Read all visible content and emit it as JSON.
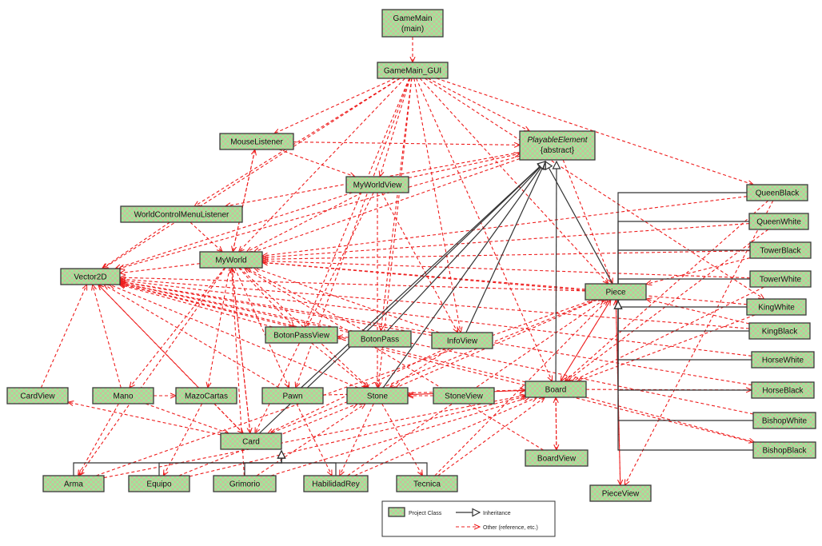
{
  "colors": {
    "class_fill": "#9ee89a",
    "hatch": "#f09a9a",
    "dependency": "#ee1c1c",
    "inheritance": "#333333"
  },
  "classes": [
    {
      "id": "GameMain",
      "label": "GameMain",
      "sub": "(main)",
      "italic": false
    },
    {
      "id": "GameMain_GUI",
      "label": "GameMain_GUI",
      "sub": "",
      "italic": false
    },
    {
      "id": "MouseListener",
      "label": "MouseListener",
      "sub": "",
      "italic": false
    },
    {
      "id": "PlayableElement",
      "label": "PlayableElement",
      "sub": "{abstract}",
      "italic": true
    },
    {
      "id": "MyWorldView",
      "label": "MyWorldView",
      "sub": "",
      "italic": false
    },
    {
      "id": "WorldControlMenuListener",
      "label": "WorldControlMenuListener",
      "sub": "",
      "italic": false
    },
    {
      "id": "MyWorld",
      "label": "MyWorld",
      "sub": "",
      "italic": false
    },
    {
      "id": "Vector2D",
      "label": "Vector2D",
      "sub": "",
      "italic": false
    },
    {
      "id": "Piece",
      "label": "Piece",
      "sub": "",
      "italic": false
    },
    {
      "id": "QueenBlack",
      "label": "QueenBlack",
      "sub": "",
      "italic": false
    },
    {
      "id": "QueenWhite",
      "label": "QueenWhite",
      "sub": "",
      "italic": false
    },
    {
      "id": "TowerBlack",
      "label": "TowerBlack",
      "sub": "",
      "italic": false
    },
    {
      "id": "TowerWhite",
      "label": "TowerWhite",
      "sub": "",
      "italic": false
    },
    {
      "id": "KingWhite",
      "label": "KingWhite",
      "sub": "",
      "italic": false
    },
    {
      "id": "KingBlack",
      "label": "KingBlack",
      "sub": "",
      "italic": false
    },
    {
      "id": "HorseWhite",
      "label": "HorseWhite",
      "sub": "",
      "italic": false
    },
    {
      "id": "HorseBlack",
      "label": "HorseBlack",
      "sub": "",
      "italic": false
    },
    {
      "id": "BishopWhite",
      "label": "BishopWhite",
      "sub": "",
      "italic": false
    },
    {
      "id": "BishopBlack",
      "label": "BishopBlack",
      "sub": "",
      "italic": false
    },
    {
      "id": "BotonPassView",
      "label": "BotonPassView",
      "sub": "",
      "italic": false
    },
    {
      "id": "BotonPass",
      "label": "BotonPass",
      "sub": "",
      "italic": false
    },
    {
      "id": "InfoView",
      "label": "InfoView",
      "sub": "",
      "italic": false
    },
    {
      "id": "CardView",
      "label": "CardView",
      "sub": "",
      "italic": false
    },
    {
      "id": "Mano",
      "label": "Mano",
      "sub": "",
      "italic": false
    },
    {
      "id": "MazoCartas",
      "label": "MazoCartas",
      "sub": "",
      "italic": false
    },
    {
      "id": "Pawn",
      "label": "Pawn",
      "sub": "",
      "italic": false
    },
    {
      "id": "Stone",
      "label": "Stone",
      "sub": "",
      "italic": false
    },
    {
      "id": "StoneView",
      "label": "StoneView",
      "sub": "",
      "italic": false
    },
    {
      "id": "Board",
      "label": "Board",
      "sub": "",
      "italic": false
    },
    {
      "id": "Card",
      "label": "Card",
      "sub": "",
      "italic": false
    },
    {
      "id": "BoardView",
      "label": "BoardView",
      "sub": "",
      "italic": false
    },
    {
      "id": "PieceView",
      "label": "PieceView",
      "sub": "",
      "italic": false
    },
    {
      "id": "Arma",
      "label": "Arma",
      "sub": "",
      "italic": false
    },
    {
      "id": "Equipo",
      "label": "Equipo",
      "sub": "",
      "italic": false
    },
    {
      "id": "Grimorio",
      "label": "Grimorio",
      "sub": "",
      "italic": false
    },
    {
      "id": "HabilidadRey",
      "label": "HabilidadRey",
      "sub": "",
      "italic": false
    },
    {
      "id": "Tecnica",
      "label": "Tecnica",
      "sub": "",
      "italic": false
    }
  ],
  "inheritance": [
    [
      "Piece",
      "PlayableElement"
    ],
    [
      "Stone",
      "PlayableElement"
    ],
    [
      "Pawn",
      "PlayableElement"
    ],
    [
      "Board",
      "PlayableElement"
    ],
    [
      "InfoView",
      "PlayableElement"
    ],
    [
      "BotonPass",
      "PlayableElement"
    ],
    [
      "Card",
      "PlayableElement"
    ],
    [
      "QueenBlack",
      "Piece"
    ],
    [
      "QueenWhite",
      "Piece"
    ],
    [
      "TowerBlack",
      "Piece"
    ],
    [
      "TowerWhite",
      "Piece"
    ],
    [
      "KingWhite",
      "Piece"
    ],
    [
      "KingBlack",
      "Piece"
    ],
    [
      "HorseWhite",
      "Piece"
    ],
    [
      "HorseBlack",
      "Piece"
    ],
    [
      "BishopWhite",
      "Piece"
    ],
    [
      "BishopBlack",
      "Piece"
    ],
    [
      "Arma",
      "Card"
    ],
    [
      "Equipo",
      "Card"
    ],
    [
      "Grimorio",
      "Card"
    ],
    [
      "HabilidadRey",
      "Card"
    ],
    [
      "Tecnica",
      "Card"
    ]
  ],
  "dependencies": [
    [
      "GameMain",
      "GameMain_GUI"
    ],
    [
      "GameMain_GUI",
      "MouseListener"
    ],
    [
      "GameMain_GUI",
      "PlayableElement"
    ],
    [
      "GameMain_GUI",
      "MyWorldView"
    ],
    [
      "GameMain_GUI",
      "WorldControlMenuListener"
    ],
    [
      "GameMain_GUI",
      "MyWorld"
    ],
    [
      "GameMain_GUI",
      "Vector2D"
    ],
    [
      "GameMain_GUI",
      "QueenBlack"
    ],
    [
      "GameMain_GUI",
      "Piece"
    ],
    [
      "GameMain_GUI",
      "BotonPassView"
    ],
    [
      "GameMain_GUI",
      "BotonPass"
    ],
    [
      "GameMain_GUI",
      "InfoView"
    ],
    [
      "GameMain_GUI",
      "Stone"
    ],
    [
      "GameMain_GUI",
      "Board"
    ],
    [
      "GameMain_GUI",
      "Pawn"
    ],
    [
      "GameMain_GUI",
      "KingWhite"
    ],
    [
      "MouseListener",
      "PlayableElement"
    ],
    [
      "MouseListener",
      "MyWorldView"
    ],
    [
      "MouseListener",
      "MyWorld"
    ],
    [
      "MyWorldView",
      "MyWorld"
    ],
    [
      "MyWorldView",
      "PlayableElement"
    ],
    [
      "MyWorldView",
      "Vector2D"
    ],
    [
      "MyWorldView",
      "Stone"
    ],
    [
      "MyWorldView",
      "InfoView"
    ],
    [
      "MyWorldView",
      "Card"
    ],
    [
      "WorldControlMenuListener",
      "MyWorld"
    ],
    [
      "WorldControlMenuListener",
      "Vector2D"
    ],
    [
      "PlayableElement",
      "MyWorld"
    ],
    [
      "PlayableElement",
      "Vector2D"
    ],
    [
      "PlayableElement",
      "Piece"
    ],
    [
      "PlayableElement",
      "WorldControlMenuListener"
    ],
    [
      "MyWorld",
      "MouseListener"
    ],
    [
      "MyWorld",
      "Vector2D"
    ],
    [
      "MyWorld",
      "Mano"
    ],
    [
      "MyWorld",
      "MazoCartas"
    ],
    [
      "MyWorld",
      "Pawn"
    ],
    [
      "MyWorld",
      "Stone"
    ],
    [
      "MyWorld",
      "Card"
    ],
    [
      "MyWorld",
      "BotonPassView"
    ],
    [
      "MyWorld",
      "Arma"
    ],
    [
      "QueenBlack",
      "MyWorld"
    ],
    [
      "QueenWhite",
      "MyWorld"
    ],
    [
      "TowerBlack",
      "MyWorld"
    ],
    [
      "TowerWhite",
      "MyWorld"
    ],
    [
      "KingWhite",
      "MyWorld"
    ],
    [
      "KingBlack",
      "Vector2D"
    ],
    [
      "HorseWhite",
      "Vector2D"
    ],
    [
      "HorseBlack",
      "Vector2D"
    ],
    [
      "BishopWhite",
      "Vector2D"
    ],
    [
      "BishopBlack",
      "Vector2D"
    ],
    [
      "QueenBlack",
      "Board"
    ],
    [
      "QueenWhite",
      "Board"
    ],
    [
      "TowerWhite",
      "Board"
    ],
    [
      "KingWhite",
      "Board"
    ],
    [
      "QueenBlack",
      "PieceView"
    ],
    [
      "KingBlack",
      "Piece"
    ],
    [
      "TowerBlack",
      "Piece"
    ],
    [
      "Piece",
      "MyWorld"
    ],
    [
      "Piece",
      "Vector2D"
    ],
    [
      "Piece",
      "Board"
    ],
    [
      "Piece",
      "Stone"
    ],
    [
      "Piece",
      "Card"
    ],
    [
      "Piece",
      "PieceView"
    ],
    [
      "BotonPass",
      "BotonPassView"
    ],
    [
      "BotonPass",
      "MyWorld"
    ],
    [
      "BotonPass",
      "Vector2D"
    ],
    [
      "InfoView",
      "MyWorld"
    ],
    [
      "InfoView",
      "Vector2D"
    ],
    [
      "InfoView",
      "Stone"
    ],
    [
      "InfoView",
      "Card"
    ],
    [
      "BotonPassView",
      "Vector2D"
    ],
    [
      "BotonPassView",
      "Stone"
    ],
    [
      "Mano",
      "MazoCartas"
    ],
    [
      "Mano",
      "Card"
    ],
    [
      "Mano",
      "Vector2D"
    ],
    [
      "Mano",
      "Arma"
    ],
    [
      "MazoCartas",
      "Card"
    ],
    [
      "MazoCartas",
      "Vector2D"
    ],
    [
      "MazoCartas",
      "Equipo"
    ],
    [
      "CardView",
      "Vector2D"
    ],
    [
      "Card",
      "CardView"
    ],
    [
      "Card",
      "Vector2D"
    ],
    [
      "Card",
      "MyWorld"
    ],
    [
      "Pawn",
      "HabilidadRey"
    ],
    [
      "Pawn",
      "Vector2D"
    ],
    [
      "Pawn",
      "Board"
    ],
    [
      "Stone",
      "Vector2D"
    ],
    [
      "Stone",
      "Tecnica"
    ],
    [
      "Stone",
      "Board"
    ],
    [
      "Stone",
      "HabilidadRey"
    ],
    [
      "StoneView",
      "Stone"
    ],
    [
      "Board",
      "BoardView"
    ],
    [
      "Board",
      "Stone"
    ],
    [
      "Board",
      "Piece"
    ],
    [
      "Board",
      "Vector2D"
    ],
    [
      "Board",
      "BishopBlack"
    ],
    [
      "Board",
      "HorseBlack"
    ],
    [
      "BoardView",
      "MyWorld"
    ],
    [
      "BoardView",
      "Board"
    ],
    [
      "PieceView",
      "Piece"
    ],
    [
      "Arma",
      "Board"
    ],
    [
      "Equipo",
      "Board"
    ],
    [
      "Grimorio",
      "Stone"
    ],
    [
      "Grimorio",
      "MyWorld"
    ],
    [
      "HabilidadRey",
      "Piece"
    ],
    [
      "HabilidadRey",
      "Board"
    ],
    [
      "Tecnica",
      "Piece"
    ],
    [
      "Tecnica",
      "Board"
    ],
    [
      "Grimorio",
      "Board"
    ],
    [
      "Arma",
      "Piece"
    ],
    [
      "Equipo",
      "Stone"
    ]
  ],
  "legend": {
    "project_class": "Project Class",
    "inheritance": "Inheritance",
    "other": "Other (reference, etc.)"
  }
}
